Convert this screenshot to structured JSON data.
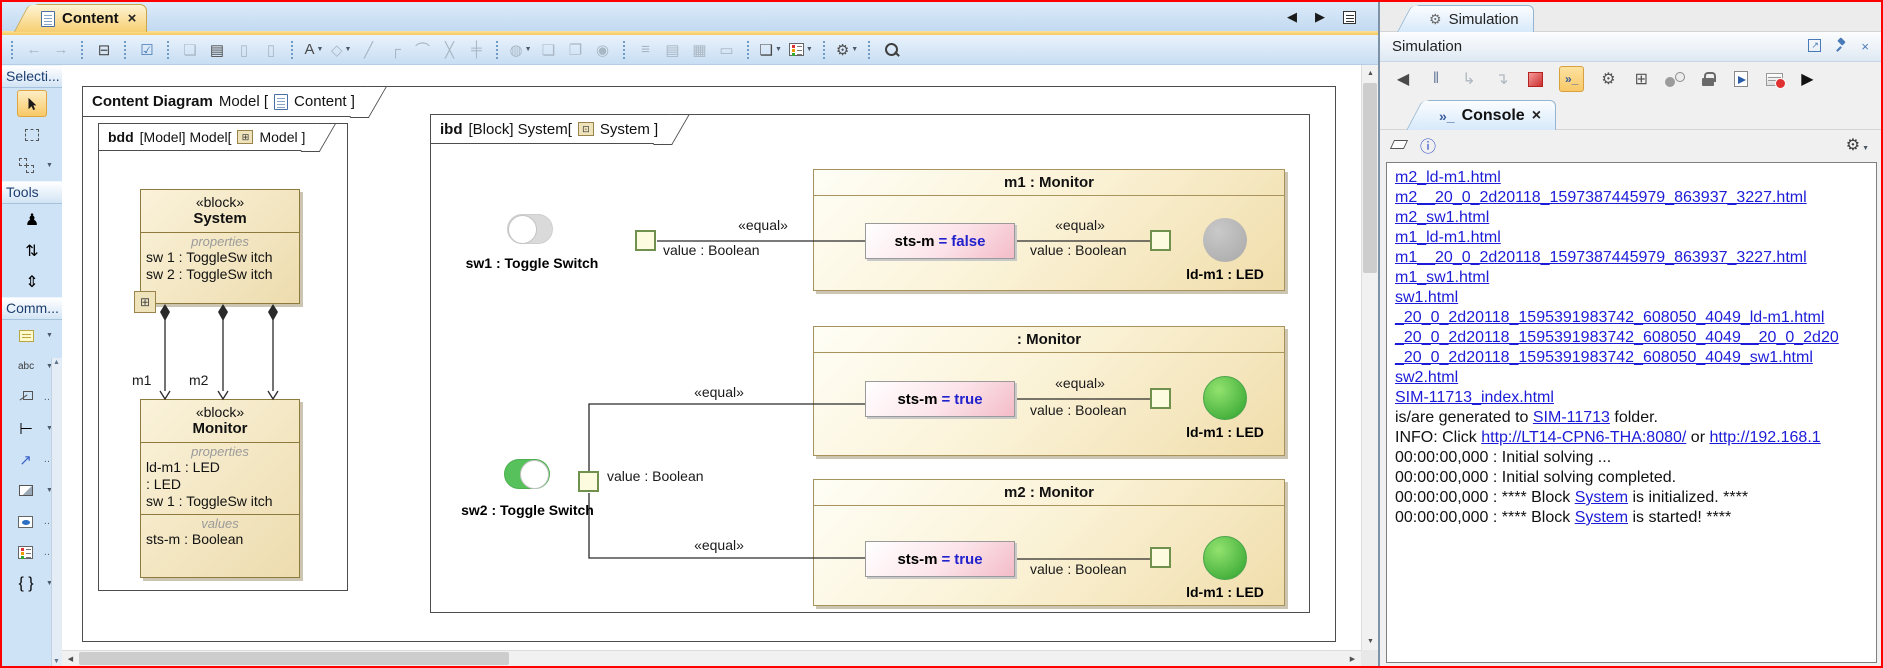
{
  "window": {
    "chrome_border": "#ff0000"
  },
  "main_tabs": {
    "active": {
      "label": "Content",
      "close": "×"
    },
    "nav_prev": "◀",
    "nav_next": "▶"
  },
  "main_toolbar": {
    "groups": [
      [
        {
          "name": "back",
          "glyph": "←",
          "disabled": true
        },
        {
          "name": "forward",
          "glyph": "→",
          "disabled": true
        }
      ],
      [
        {
          "name": "containment-tree",
          "glyph": "⊟"
        }
      ],
      [
        {
          "name": "validate-diagram",
          "glyph": "☑",
          "color": "#4a7ab5"
        }
      ],
      [
        {
          "name": "copy",
          "glyph": "❏",
          "disabled": true
        },
        {
          "name": "paste",
          "glyph": "▤"
        },
        {
          "name": "delete",
          "glyph": "▯",
          "disabled": true
        },
        {
          "name": "delete-from-model",
          "glyph": "▯",
          "disabled": true
        }
      ],
      [
        {
          "name": "quick-layout",
          "glyph": "A",
          "dropdown": true
        },
        {
          "name": "add-shape",
          "glyph": "◇",
          "disabled": true,
          "dropdown": true
        },
        {
          "name": "oblique-path",
          "glyph": "╱",
          "disabled": true
        },
        {
          "name": "rectilinear-path",
          "glyph": "┌",
          "disabled": true
        },
        {
          "name": "bezier-path",
          "glyph": "⌒",
          "disabled": true
        },
        {
          "name": "path-style",
          "glyph": "╳",
          "disabled": true
        },
        {
          "name": "swap-ends",
          "glyph": "╪",
          "disabled": true
        }
      ],
      [
        {
          "name": "fill-color",
          "glyph": "◍",
          "disabled": true,
          "dropdown": true
        },
        {
          "name": "copy-style",
          "glyph": "❏",
          "disabled": true
        },
        {
          "name": "apply-style",
          "glyph": "❐",
          "disabled": true
        },
        {
          "name": "format-painter",
          "glyph": "◉",
          "disabled": true
        }
      ],
      [
        {
          "name": "align-shapes",
          "glyph": "≡",
          "disabled": true
        },
        {
          "name": "align-center",
          "glyph": "▤",
          "disabled": true
        },
        {
          "name": "distribute",
          "glyph": "▦",
          "disabled": true
        },
        {
          "name": "make-same-size",
          "glyph": "▭",
          "disabled": true
        }
      ],
      [
        {
          "name": "show-window",
          "glyph": "❑",
          "dropdown": true
        },
        {
          "name": "legend",
          "shape": "legend",
          "dropdown": true
        }
      ],
      [
        {
          "name": "diagram-options",
          "glyph": "⚙",
          "dropdown": true
        }
      ],
      [
        {
          "name": "search",
          "shape": "magnifier"
        }
      ]
    ]
  },
  "sidebar": {
    "sections": [
      {
        "title": "Selecti...",
        "items": [
          {
            "name": "selection-tool",
            "shape": "cursor",
            "selected": true
          },
          {
            "name": "marquee-selection-tool",
            "shape": "marquee"
          },
          {
            "name": "group-selection-tool",
            "shape": "grid",
            "dropdown": true
          }
        ]
      },
      {
        "title": "Tools",
        "items": [
          {
            "name": "sticky-tool",
            "glyph": "♟"
          },
          {
            "name": "vertical-split-tool",
            "glyph": "⇅"
          },
          {
            "name": "vertical-merge-tool",
            "glyph": "⇕"
          }
        ]
      },
      {
        "title": "Comm...",
        "items": [
          {
            "name": "note-tool",
            "shape": "note",
            "dropdown": true
          },
          {
            "name": "text-tool",
            "glyph": "abc",
            "cls": "small-text",
            "dropdown": true
          },
          {
            "name": "anchor-tool",
            "shape": "anchor",
            "more": true
          },
          {
            "name": "constraint-tool",
            "glyph": "⊢",
            "dropdown": true
          },
          {
            "name": "dependency-tool",
            "glyph": "↗",
            "cls": "blue",
            "more": true
          },
          {
            "name": "image-tool",
            "shape": "image",
            "dropdown": true
          },
          {
            "name": "diagram-overview-tool",
            "shape": "overview",
            "more": true
          },
          {
            "name": "legend-tool",
            "shape": "legend",
            "more": true
          },
          {
            "name": "braces-tool",
            "glyph": "{ }",
            "dropdown": true
          }
        ]
      }
    ]
  },
  "canvas": {
    "diagram": {
      "frame_header": {
        "bold": "Content Diagram",
        "ctx": "Model [",
        "target": "Content ]"
      },
      "bdd": {
        "header": {
          "bold": "bdd",
          "ctx": "[Model] Model[",
          "target": "Model ]"
        },
        "system_block": {
          "stereotype": "«block»",
          "name": "System",
          "prop_label": "properties",
          "props": [
            "sw 1 : ToggleSw itch",
            "sw 2 : ToggleSw itch"
          ]
        },
        "monitor_block": {
          "stereotype": "«block»",
          "name": "Monitor",
          "prop_label": "properties",
          "props": [
            "ld-m1 : LED",
            " : LED",
            "sw 1 : ToggleSw itch"
          ],
          "val_label": "values",
          "vals": [
            "sts-m : Boolean"
          ]
        },
        "edge_labels": [
          "m1",
          "m2"
        ]
      },
      "ibd": {
        "header": {
          "bold": "ibd",
          "ctx": "[Block] System[",
          "target": "System ]"
        },
        "sw1_label": "sw1 : Toggle Switch",
        "sw1_state": "off",
        "sw2_label": "sw2 : Toggle Switch",
        "sw2_state": "on",
        "equal_label": "«equal»",
        "value_label": "value : Boolean",
        "monitors": [
          {
            "title": "m1 : Monitor",
            "var": "sts-m",
            "op": "=",
            "val": "false",
            "led": "off",
            "led_label": "ld-m1 : LED"
          },
          {
            "title": ": Monitor",
            "var": "sts-m",
            "op": "=",
            "val": "true",
            "led": "on",
            "led_label": "ld-m1 : LED"
          },
          {
            "title": "m2 : Monitor",
            "var": "sts-m",
            "op": "=",
            "val": "true",
            "led": "on",
            "led_label": "ld-m1 : LED"
          }
        ]
      }
    }
  },
  "simulation": {
    "tab_label": "Simulation",
    "panel_title": "Simulation",
    "header_icons": [
      {
        "name": "float-window",
        "shape": "winexport"
      },
      {
        "name": "pin",
        "shape": "pin"
      },
      {
        "name": "close",
        "glyph": "×",
        "color": "#4a7ab5"
      }
    ],
    "toolbar": [
      {
        "name": "previous-trigger",
        "glyph": "◀",
        "color": "#4a4a4a"
      },
      {
        "name": "pause",
        "glyph": "‖",
        "color": "#6b7f9e"
      },
      {
        "name": "step-into",
        "glyph": "↳",
        "disabled": true
      },
      {
        "name": "step-over",
        "glyph": "↴",
        "disabled": true
      },
      {
        "name": "terminate",
        "shape": "stop"
      },
      {
        "name": "console-mode",
        "glyph": "»_",
        "highlighted": true,
        "color": "#3a5d9c"
      },
      {
        "name": "simulation-options",
        "glyph": "⚙",
        "color": "#555555"
      },
      {
        "name": "show-variables",
        "glyph": "⊞",
        "color": "#555555"
      },
      {
        "name": "breakpoints",
        "shape": "circles"
      },
      {
        "name": "lock",
        "shape": "lock"
      },
      {
        "name": "export-html",
        "shape": "export"
      },
      {
        "name": "active-sessions",
        "shape": "tabledot"
      },
      {
        "name": "run",
        "glyph": "▶",
        "color": "#111111"
      }
    ],
    "console_tab": {
      "prefix": "»_",
      "label": "Console",
      "close": "×"
    },
    "console_toolbar": [
      {
        "name": "clear-console",
        "shape": "eraser"
      },
      {
        "name": "info",
        "glyph": "ⓘ",
        "color": "#2a46c8"
      }
    ],
    "console_settings": {
      "name": "console-settings",
      "glyph": "⚙",
      "color": "#3a3a3a",
      "dropdown": true
    },
    "console_lines": [
      {
        "segs": [
          {
            "t": "m2_ld-m1.html",
            "link": true
          }
        ]
      },
      {
        "segs": [
          {
            "t": "m2__20_0_2d20118_1597387445979_863937_3227.html",
            "link": true
          }
        ]
      },
      {
        "segs": [
          {
            "t": "m2_sw1.html",
            "link": true
          }
        ]
      },
      {
        "segs": [
          {
            "t": "m1_ld-m1.html",
            "link": true
          }
        ]
      },
      {
        "segs": [
          {
            "t": "m1__20_0_2d20118_1597387445979_863937_3227.html",
            "link": true
          }
        ]
      },
      {
        "segs": [
          {
            "t": "m1_sw1.html",
            "link": true
          }
        ]
      },
      {
        "segs": [
          {
            "t": "sw1.html",
            "link": true
          }
        ]
      },
      {
        "segs": [
          {
            "t": "_20_0_2d20118_1595391983742_608050_4049_ld-m1.html",
            "link": true
          }
        ]
      },
      {
        "segs": [
          {
            "t": "_20_0_2d20118_1595391983742_608050_4049__20_0_2d20",
            "link": true
          }
        ]
      },
      {
        "segs": [
          {
            "t": "_20_0_2d20118_1595391983742_608050_4049_sw1.html",
            "link": true
          }
        ]
      },
      {
        "segs": [
          {
            "t": "sw2.html",
            "link": true
          }
        ]
      },
      {
        "segs": [
          {
            "t": "SIM-11713_index.html",
            "link": true
          }
        ]
      },
      {
        "segs": [
          {
            "t": "is/are generated to "
          },
          {
            "t": "SIM-11713",
            "link": true
          },
          {
            "t": " folder."
          }
        ]
      },
      {
        "segs": [
          {
            "t": "INFO: Click "
          },
          {
            "t": "http://LT14-CPN6-THA:8080/",
            "link": true
          },
          {
            "t": " or "
          },
          {
            "t": "http://192.168.1",
            "link": true
          }
        ]
      },
      {
        "segs": [
          {
            "t": "00:00:00,000 : Initial solving ..."
          }
        ]
      },
      {
        "segs": [
          {
            "t": "00:00:00,000 : Initial solving completed."
          }
        ]
      },
      {
        "segs": [
          {
            "t": "00:00:00,000 : **** Block "
          },
          {
            "t": "System",
            "link": true
          },
          {
            "t": " is initialized. ****"
          }
        ]
      },
      {
        "segs": [
          {
            "t": "00:00:00,000 : **** Block "
          },
          {
            "t": "System",
            "link": true
          },
          {
            "t": " is started! ****"
          }
        ]
      }
    ]
  },
  "colors": {
    "window_border": "#ff0000",
    "active_tab": "#f7cf72",
    "toolbar_bg": "#d5e6f7",
    "block_fill": "#f3e5bd",
    "block_border": "#8f7a3e",
    "monitor_fill": "#faf1d2",
    "value_box_pink": "#f3bcc8",
    "value_text_blue": "#2222cc",
    "port_fill": "#fcfbe0",
    "port_border": "#70904e",
    "led_on": "#2da12d",
    "led_off": "#b0b0b0",
    "toggle_on": "#57c25b",
    "link_blue": "#1c1cd8",
    "console_highlight": "#f8c868"
  }
}
